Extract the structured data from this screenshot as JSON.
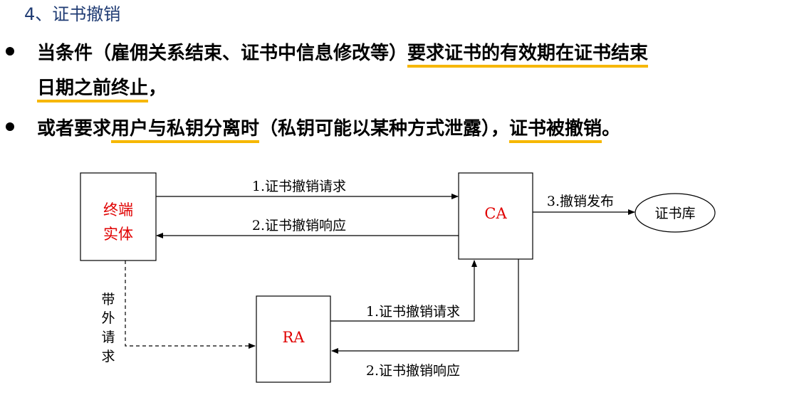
{
  "heading": "4、证书撤销",
  "bullets": [
    {
      "line1_a": "当条件（雇佣关系结束、证书中信息修改等）",
      "line1_b": "要求证书的有效期在证书结束",
      "line2": "日期之前终止",
      "line2_end": "，"
    },
    {
      "a": "或者要求",
      "b": "用户与私钥分离时",
      "c": "（私钥可能以某种方式泄露），",
      "d": "证书被撤销",
      "e": "。"
    }
  ],
  "diagram": {
    "entity_line1": "终端",
    "entity_line2": "实体",
    "ca": "CA",
    "ra": "RA",
    "repository": "证书库",
    "arrow_entity_to_ca": "1.证书撤销请求",
    "arrow_ca_to_entity": "2.证书撤销响应",
    "arrow_ca_to_repo": "3.撤销发布",
    "arrow_ra_to_ca": "1.证书撤销请求",
    "arrow_ca_to_ra": "2.证书撤销响应",
    "out_of_band": [
      "带",
      "外",
      "请",
      "求"
    ]
  },
  "colors": {
    "heading": "#1f3b73",
    "highlight": "#f6b700",
    "node_text": "#e00000"
  }
}
